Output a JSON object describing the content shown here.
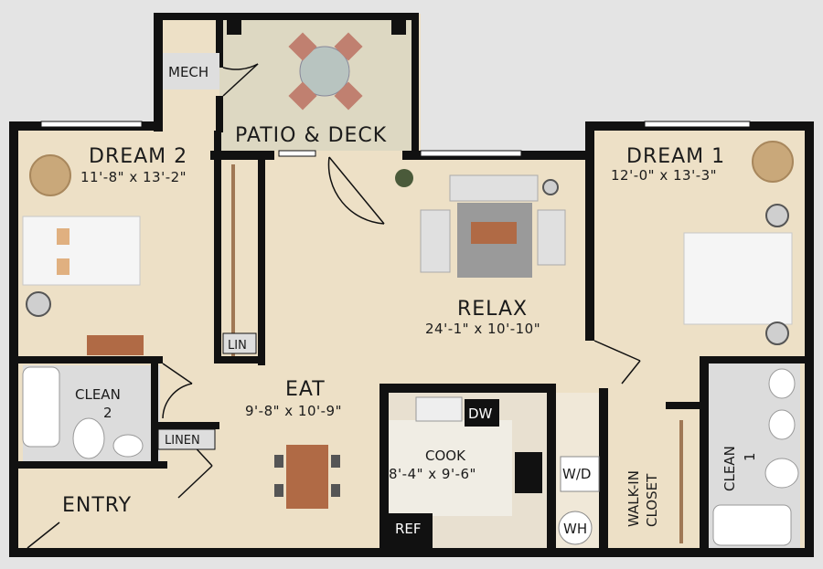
{
  "colors": {
    "floor": "#ede0c6",
    "wall": "#111111",
    "background": "#e4e4e4",
    "rug": "#9a9a9a",
    "wood": "#b06a45",
    "bath_floor": "#dcdcdc"
  },
  "rooms": {
    "mech": "MECH",
    "patio": "PATIO & DECK",
    "dream2": {
      "name": "DREAM 2",
      "dims": "11'-8\" x 13'-2\""
    },
    "dream1": {
      "name": "DREAM 1",
      "dims": "12'-0\" x 13'-3\""
    },
    "relax": {
      "name": "RELAX",
      "dims": "24'-1\" x 10'-10\""
    },
    "eat": {
      "name": "EAT",
      "dims": "9'-8\" x 10'-9\""
    },
    "cook": {
      "name": "COOK",
      "dims": "8'-4\" x 9'-6\""
    },
    "clean2": {
      "line1": "CLEAN",
      "line2": "2"
    },
    "clean1": {
      "line1": "CLEAN",
      "line2": "1"
    },
    "walkin": {
      "line1": "WALK-IN",
      "line2": "CLOSET"
    },
    "entry": "ENTRY",
    "lin": "LIN",
    "linen": "LINEN"
  },
  "appliances": {
    "dw": "DW",
    "ref": "REF",
    "wd": "W/D",
    "wh": "WH"
  }
}
